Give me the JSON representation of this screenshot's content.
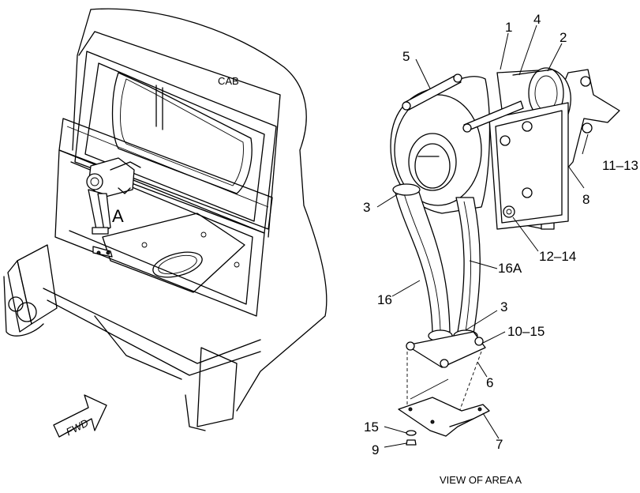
{
  "overview": {
    "cab_label": "CAB",
    "area_label": "A",
    "fwd_label": "FWD"
  },
  "callouts": {
    "c1": "1",
    "c2": "2",
    "c3_top": "3",
    "c3_bottom": "3",
    "c4": "4",
    "c5": "5",
    "c6": "6",
    "c7": "7",
    "c8": "8",
    "c9": "9",
    "c10_15": "10–15",
    "c11_13": "11–13",
    "c12_14": "12–14",
    "c15": "15",
    "c16": "16",
    "c16a": "16A"
  },
  "caption": "VIEW OF AREA  A"
}
